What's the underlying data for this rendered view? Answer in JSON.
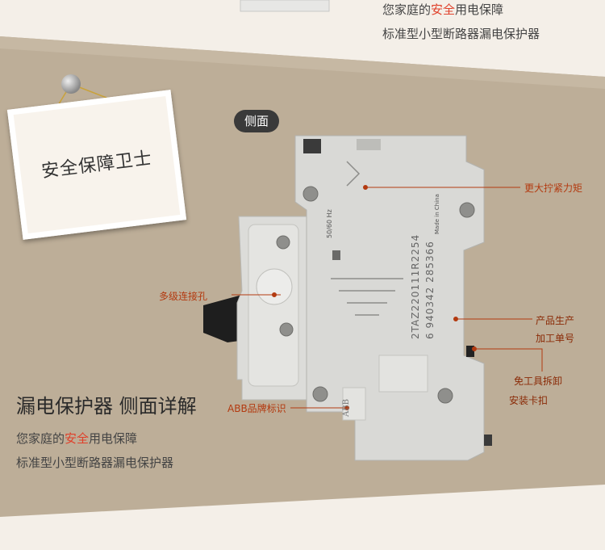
{
  "top_tagline": {
    "line1_pre": "您家庭的",
    "line1_accent": "安全",
    "line1_post": "用电保障",
    "line2": "标准型小型断路器漏电保护器"
  },
  "frame_title": "安全保障卫士",
  "side_label": "侧面",
  "section_title": "漏电保护器 侧面详解",
  "bottom_tagline": {
    "line1_pre": "您家庭的",
    "line1_accent": "安全",
    "line1_post": "用电保障",
    "line2": "标准型小型断路器漏电保护器"
  },
  "callouts": {
    "torque": "更大拧紧力矩",
    "multi_hole": "多级连接孔",
    "order_no_1": "产品生产",
    "order_no_2": "加工单号",
    "tool_free_1": "免工具拆卸",
    "tool_free_2": "安装卡扣",
    "abb_logo": "ABB品牌标识"
  },
  "device_text": {
    "freq": "50/60 Hz",
    "made_in": "Made in China",
    "code": "2TAZ220111R2254",
    "barcode": "6 940342 285366",
    "brand": "ABB"
  },
  "colors": {
    "accent": "#e0402a",
    "callout": "#b33a10",
    "band": "#b8a78f"
  }
}
